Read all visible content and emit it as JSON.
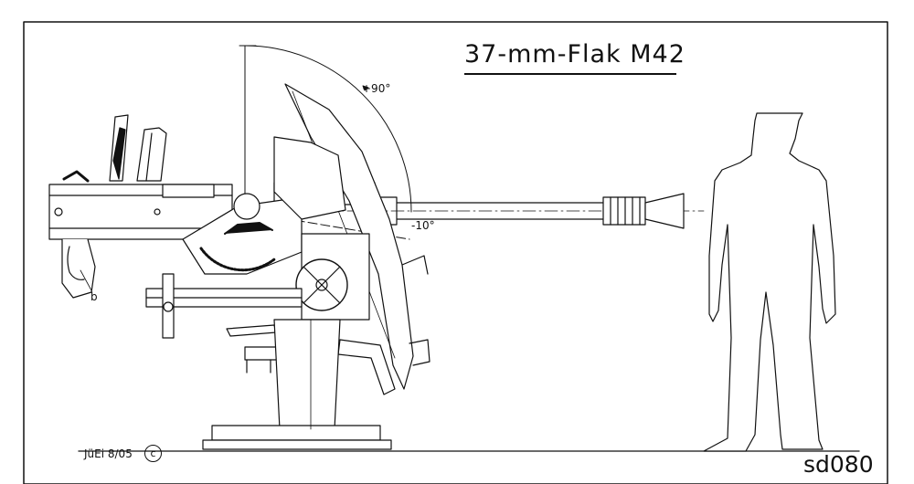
{
  "title": "37-mm-Flak M42",
  "elevation": {
    "max_label": "+90°",
    "min_label": "-10°"
  },
  "part_label": "b",
  "credit": "JüEi 8/05",
  "copyright_symbol": "c",
  "sheet_code": "sd080",
  "colors": {
    "ink": "#111111",
    "paper": "#ffffff"
  }
}
